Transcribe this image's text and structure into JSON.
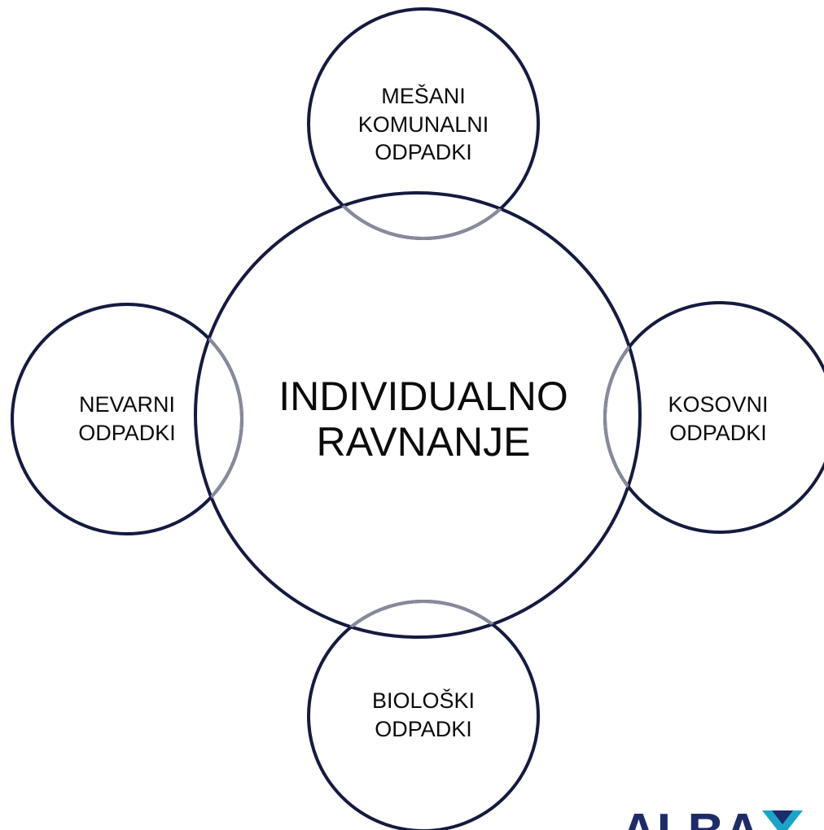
{
  "colors": {
    "circle_stroke": "#151a3f",
    "overlap_stroke": "#868a9a",
    "text": "#0b0b0b",
    "logo_navy": "#1d2b6b",
    "logo_teal": "#1aa5c8"
  },
  "center": {
    "line1": "INDIVIDUALNO",
    "line2": "RAVNANJE"
  },
  "nodes": {
    "top": {
      "line1": "MEŠANI",
      "line2": "KOMUNALNI",
      "line3": "ODPADKI"
    },
    "left": {
      "line1": "NEVARNI",
      "line2": "ODPADKI"
    },
    "right": {
      "line1": "KOSOVNI",
      "line2": "ODPADKI"
    },
    "bottom": {
      "line1": "BIOLOŠKI",
      "line2": "ODPADKI"
    }
  },
  "logo": {
    "text": "ALBA",
    "icon": "alba-shield-icon"
  }
}
